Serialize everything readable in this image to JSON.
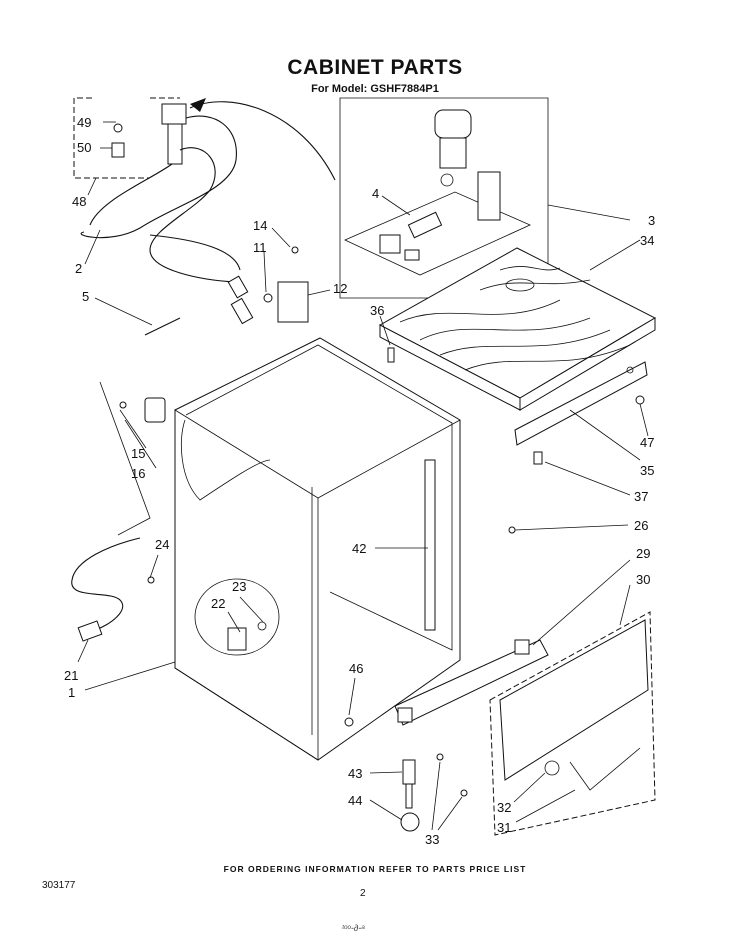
{
  "header": {
    "title": "CABINET PARTS",
    "subtitle": "For Model: GSHF7884P1"
  },
  "footer": {
    "ordering_note": "FOR ORDERING INFORMATION REFER TO PARTS PRICE LIST",
    "doc_number": "303177",
    "page_number": "2",
    "scribble": "ᵗᵒᵒ-∂-ᵃ"
  },
  "callouts": [
    "49",
    "50",
    "48",
    "2",
    "5",
    "14",
    "11",
    "12",
    "36",
    "4",
    "3",
    "34",
    "15",
    "16",
    "47",
    "35",
    "37",
    "26",
    "42",
    "24",
    "23",
    "22",
    "29",
    "30",
    "46",
    "21",
    "1",
    "43",
    "44",
    "33",
    "32",
    "31"
  ]
}
